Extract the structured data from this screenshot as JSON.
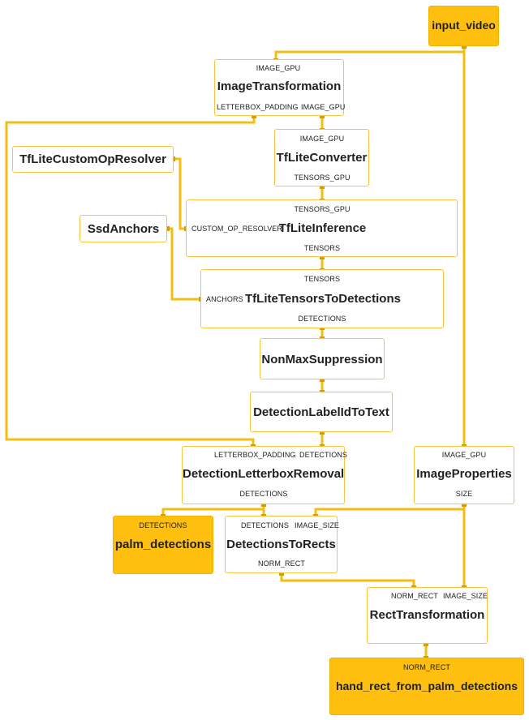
{
  "colors": {
    "edge": "#f5bd14",
    "edge_dark": "#d99c00",
    "node_border": "#f9c440",
    "io_fill": "#ffbf0f"
  },
  "nodes": {
    "input_video": {
      "title": "input_video"
    },
    "image_transformation": {
      "title": "ImageTransformation",
      "in_image": "IMAGE_GPU",
      "out_padding": "LETTERBOX_PADDING",
      "out_image": "IMAGE_GPU"
    },
    "tflite_converter": {
      "title": "TfLiteConverter",
      "in_image": "IMAGE_GPU",
      "out_tensors": "TENSORS_GPU"
    },
    "tflite_custom_op_resolver": {
      "title": "TfLiteCustomOpResolver"
    },
    "tflite_inference": {
      "title": "TfLiteInference",
      "in_tensors": "TENSORS_GPU",
      "in_resolver": "CUSTOM_OP_RESOLVER",
      "out_tensors": "TENSORS"
    },
    "ssd_anchors": {
      "title": "SsdAnchors"
    },
    "tensors_to_detections": {
      "title": "TfLiteTensorsToDetections",
      "in_tensors": "TENSORS",
      "in_anchors": "ANCHORS",
      "out_detections": "DETECTIONS"
    },
    "non_max_suppression": {
      "title": "NonMaxSuppression"
    },
    "detection_label_id_to_text": {
      "title": "DetectionLabelIdToText"
    },
    "detection_letterbox_removal": {
      "title": "DetectionLetterboxRemoval",
      "in_padding": "LETTERBOX_PADDING",
      "in_detections": "DETECTIONS",
      "out_detections": "DETECTIONS"
    },
    "image_properties": {
      "title": "ImageProperties",
      "in_image": "IMAGE_GPU",
      "out_size": "SIZE"
    },
    "palm_detections": {
      "title": "palm_detections",
      "in_detections": "DETECTIONS"
    },
    "detections_to_rects": {
      "title": "DetectionsToRects",
      "in_detections": "DETECTIONS",
      "in_image_size": "IMAGE_SIZE",
      "out_rect": "NORM_RECT"
    },
    "rect_transformation": {
      "title": "RectTransformation",
      "in_rect": "NORM_RECT",
      "in_image_size": "IMAGE_SIZE"
    },
    "hand_rect_from_palm_detections": {
      "title": "hand_rect_from_palm_detections",
      "in_rect": "NORM_RECT"
    }
  }
}
